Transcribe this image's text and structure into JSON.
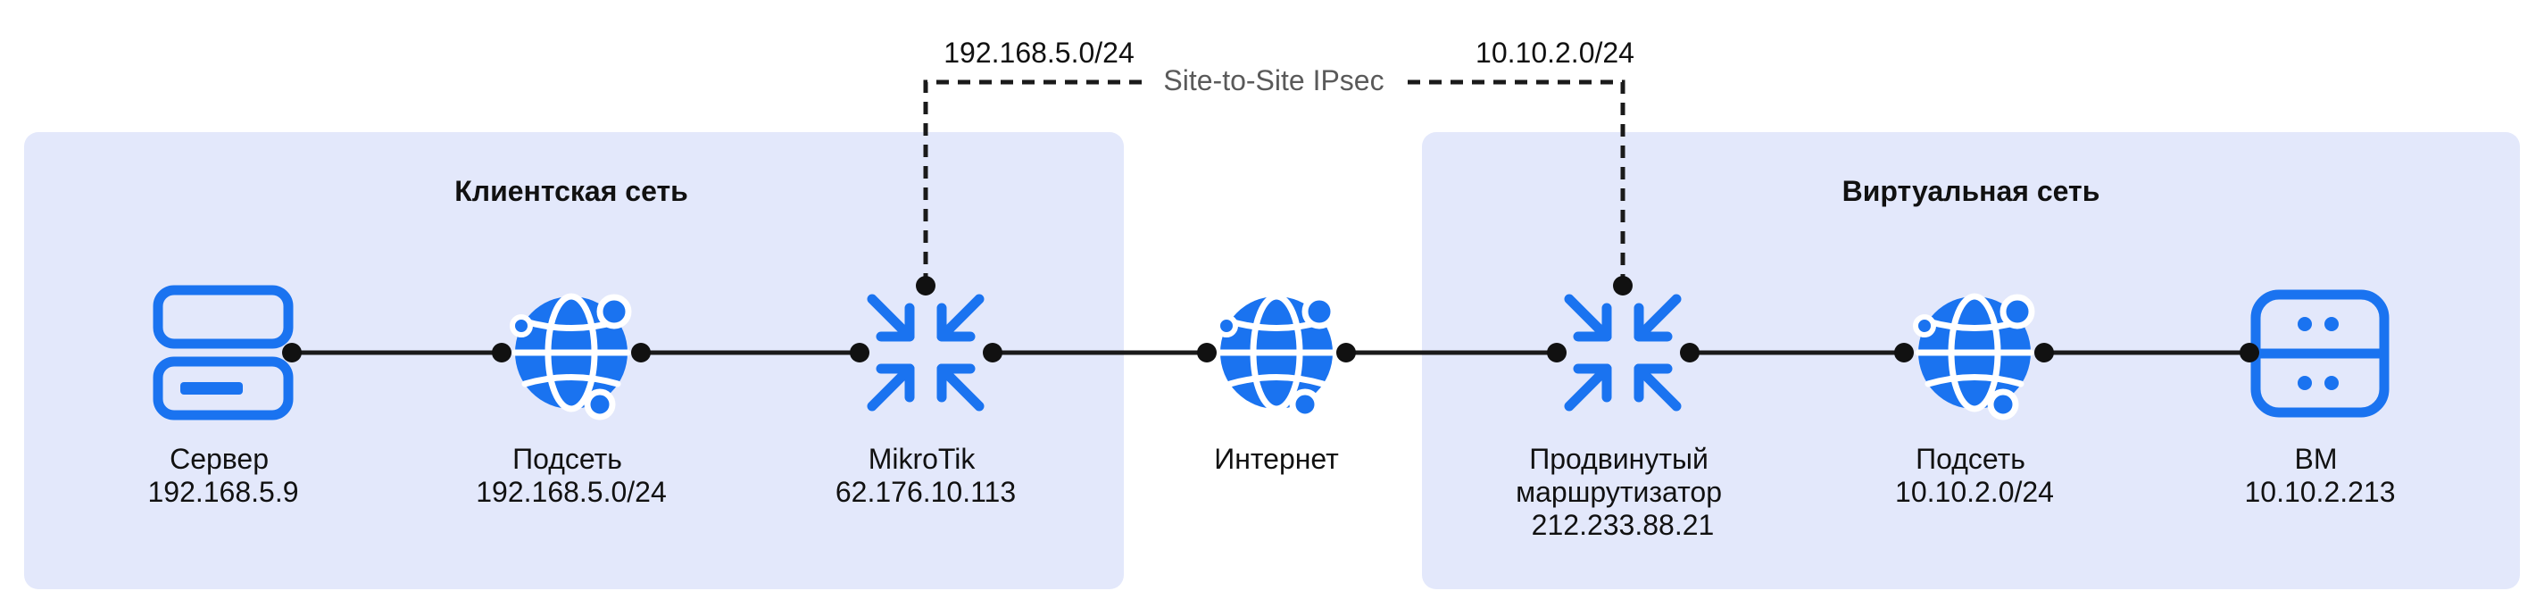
{
  "zones": {
    "client": {
      "title": "Клиентская сеть"
    },
    "virtual": {
      "title": "Виртуальная сеть"
    }
  },
  "tunnel": {
    "label": "Site-to-Site IPsec",
    "left_subnet": "192.168.5.0/24",
    "right_subnet": "10.10.2.0/24"
  },
  "nodes": {
    "server": {
      "icon": "server-icon",
      "lines": [
        "Сервер",
        "192.168.5.9"
      ]
    },
    "subnet_client": {
      "icon": "globe-network-icon",
      "lines": [
        "Подсеть",
        "192.168.5.0/24"
      ]
    },
    "mikrotik": {
      "icon": "router-arrows-icon",
      "lines": [
        "MikroTik",
        "62.176.10.113"
      ]
    },
    "internet": {
      "icon": "globe-network-icon",
      "lines": [
        "Интернет"
      ]
    },
    "adv_router": {
      "icon": "router-arrows-icon",
      "lines": [
        "Продвинутый",
        "маршрутизатор",
        "212.233.88.21"
      ]
    },
    "subnet_virtual": {
      "icon": "globe-network-icon",
      "lines": [
        "Подсеть",
        "10.10.2.0/24"
      ]
    },
    "vm": {
      "icon": "vm-icon",
      "lines": [
        "ВМ",
        "10.10.2.213"
      ]
    }
  },
  "colors": {
    "zone_fill": "#e3e8fb",
    "accent": "#1a73f0",
    "line": "#1a1a1a"
  }
}
